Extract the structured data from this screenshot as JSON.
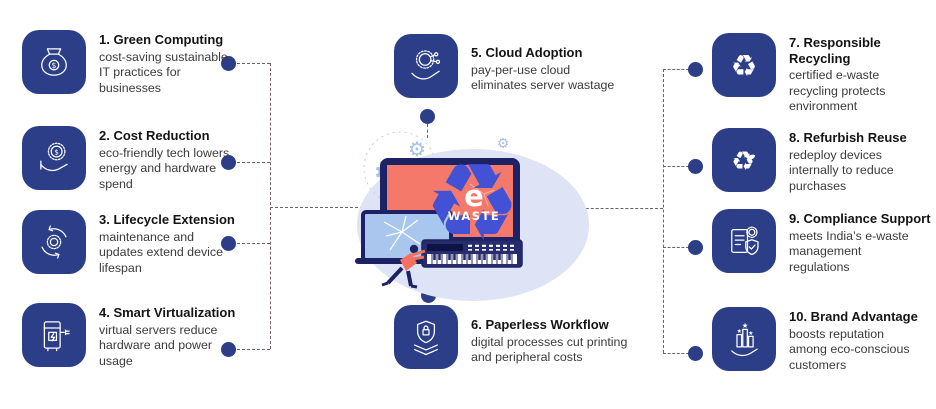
{
  "glyphs": {
    "recycle": "♻",
    "gear": "⚙",
    "star": "★",
    "dollar": "$"
  },
  "center": {
    "e_label": "e",
    "waste_label": "WASTE"
  },
  "palette": {
    "tile_navy": "#2b3e87",
    "dot_navy": "#2b3e87",
    "connector_dash": "#6f5f6d",
    "title_text": "#141414",
    "body_text": "#3b3b3b",
    "circle_lavender": "#dee4f6",
    "screen_salmon": "#f5796a",
    "frame_navy": "#1d2264",
    "recycle_blue": "#4352d4",
    "laptop_blue": "#a9c6ef",
    "gear_blue": "#a6c0ea",
    "person_coral": "#f4715f"
  },
  "items": [
    {
      "title": "1. Green Computing",
      "body": "cost-saving sustainable IT practices for businesses",
      "icon": "money-bag-icon"
    },
    {
      "title": "2. Cost Reduction",
      "body": "eco-friendly tech lowers energy and hardware spend",
      "icon": "hand-gear-dollar-icon"
    },
    {
      "title": "3. Lifecycle Extension",
      "body": "maintenance and updates extend device lifespan",
      "icon": "gear-cycle-icon"
    },
    {
      "title": "4. Smart Virtualization",
      "body": "virtual servers reduce hardware and power usage",
      "icon": "server-plug-icon"
    },
    {
      "title": "5. Cloud Adoption",
      "body": "pay-per-use cloud eliminates server wastage",
      "icon": "hand-cloud-gear-icon"
    },
    {
      "title": "6. Paperless Workflow",
      "body": "digital processes cut printing and peripheral costs",
      "icon": "shield-lock-layers-icon"
    },
    {
      "title": "7. Responsible Recycling",
      "body": "certified e-waste recycling protects environment",
      "icon": "recycle-arrows-icon"
    },
    {
      "title": "8. Refurbish Reuse",
      "body": "redeploy devices internally to reduce purchases",
      "icon": "recycle-leaf-icon"
    },
    {
      "title": "9. Compliance Support",
      "body": "meets India’s e-waste management regulations",
      "icon": "document-shield-check-icon"
    },
    {
      "title": "10. Brand Advantage",
      "body": "boosts reputation among eco-conscious customers",
      "icon": "chart-stars-hand-icon"
    }
  ]
}
